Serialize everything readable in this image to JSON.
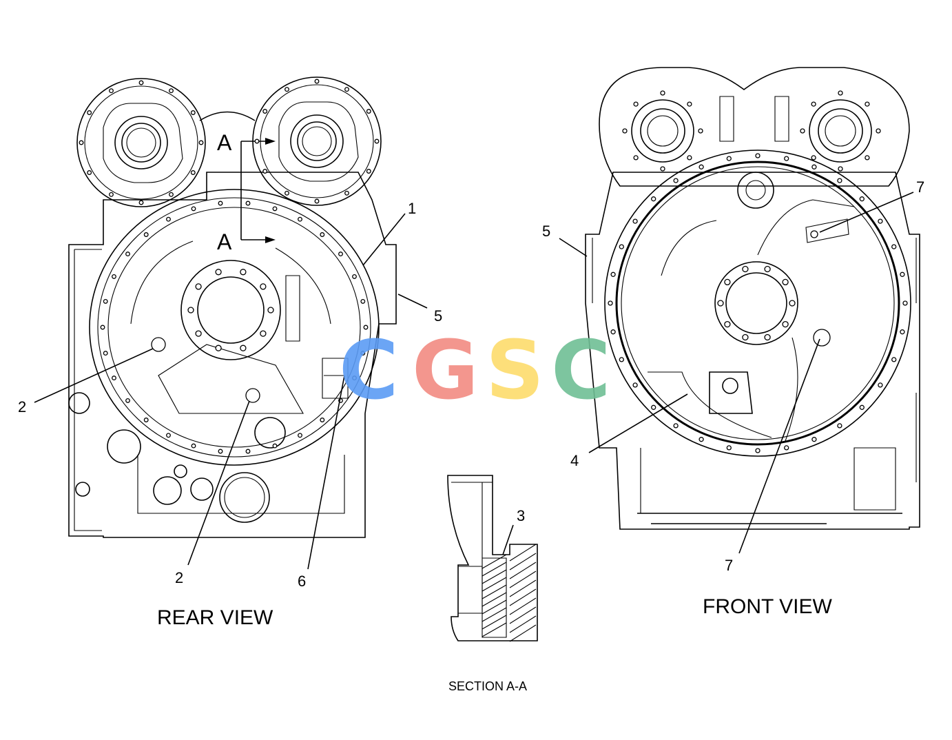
{
  "views": {
    "rear": {
      "title": "REAR VIEW"
    },
    "front": {
      "title": "FRONT VIEW"
    },
    "section": {
      "title": "SECTION A-A"
    }
  },
  "section_marker": {
    "letter_top": "A",
    "letter_bottom": "A"
  },
  "callouts": {
    "rear": {
      "c1": "1",
      "c2a": "2",
      "c2b": "2",
      "c5": "5",
      "c6": "6"
    },
    "front": {
      "c4": "4",
      "c5": "5",
      "c7a": "7",
      "c7b": "7"
    },
    "section": {
      "c3": "3"
    }
  },
  "watermark": {
    "letters": [
      "C",
      "G",
      "S",
      "C"
    ],
    "colors": [
      "#5b9cf5",
      "#f28b82",
      "#fddc6c",
      "#6fbf95"
    ]
  }
}
